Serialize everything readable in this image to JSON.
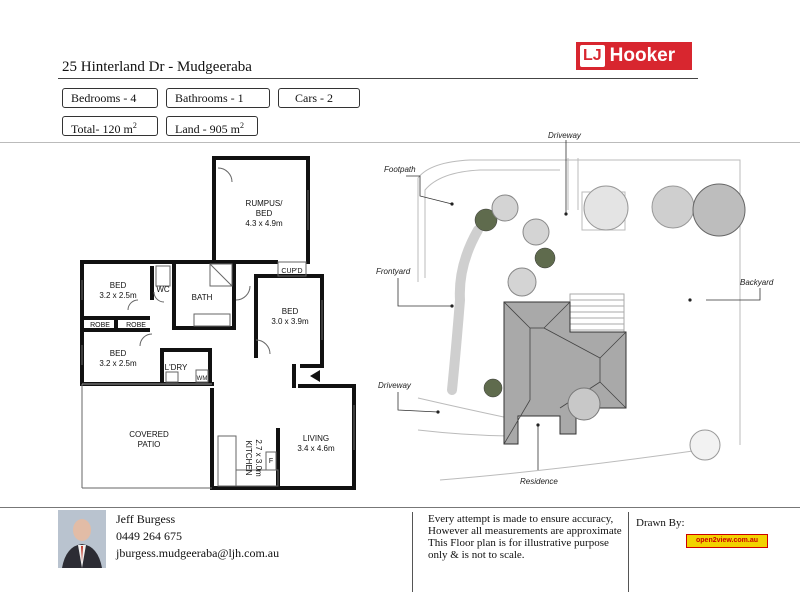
{
  "header": {
    "address": "25 Hinterland Dr - Mudgeeraba",
    "logo_lj": "LJ",
    "logo_name": "Hooker"
  },
  "specs": {
    "bedrooms": "Bedrooms -  4",
    "bathrooms": "Bathrooms -  1",
    "cars": "Cars -  2",
    "total": "Total-  120  m",
    "total_sup": "2",
    "land": "Land -  905  m",
    "land_sup": "2"
  },
  "floorplan": {
    "rumpus": "RUMPUS/",
    "rumpus2": "BED",
    "rumpus_dim": "4.3 x 4.9m",
    "bed1": "BED",
    "bed1_dim": "3.2 x 2.5m",
    "wc": "WC",
    "bath": "BATH",
    "cupd": "CUP'D",
    "bed2": "BED",
    "bed2_dim": "3.0 x 3.9m",
    "robe1": "ROBE",
    "robe2": "ROBE",
    "bed3": "BED",
    "bed3_dim": "3.2 x 2.5m",
    "ldry": "L'DRY",
    "wm": "WM",
    "patio": "COVERED",
    "patio2": "PATIO",
    "kitchen": "KITCHEN",
    "kitchen_dim": "2.7 x 3.0m",
    "fridge": "F",
    "living": "LIVING",
    "living_dim": "3.4 x 4.6m"
  },
  "siteplan": {
    "driveway_top": "Driveway",
    "footpath": "Footpath",
    "frontyard": "Frontyard",
    "backyard": "Backyard",
    "driveway_left": "Driveway",
    "residence": "Residence"
  },
  "agent": {
    "name": "Jeff Burgess",
    "phone": "0449 264 675",
    "email": "jburgess.mudgeeraba@ljh.com.au"
  },
  "disclaimer": {
    "line1": "Every  attempt is made to ensure accuracy,",
    "line2": "However all measurements are approximate",
    "line3": "This Floor plan is for illustrative purpose",
    "line4": "only & is not to scale."
  },
  "drawn_by": "Drawn By:",
  "drawn_logo": "open2view.com.au",
  "colors": {
    "brand_red": "#d8262f",
    "roof_gray": "#a9a9a9",
    "wall": "#111111"
  }
}
